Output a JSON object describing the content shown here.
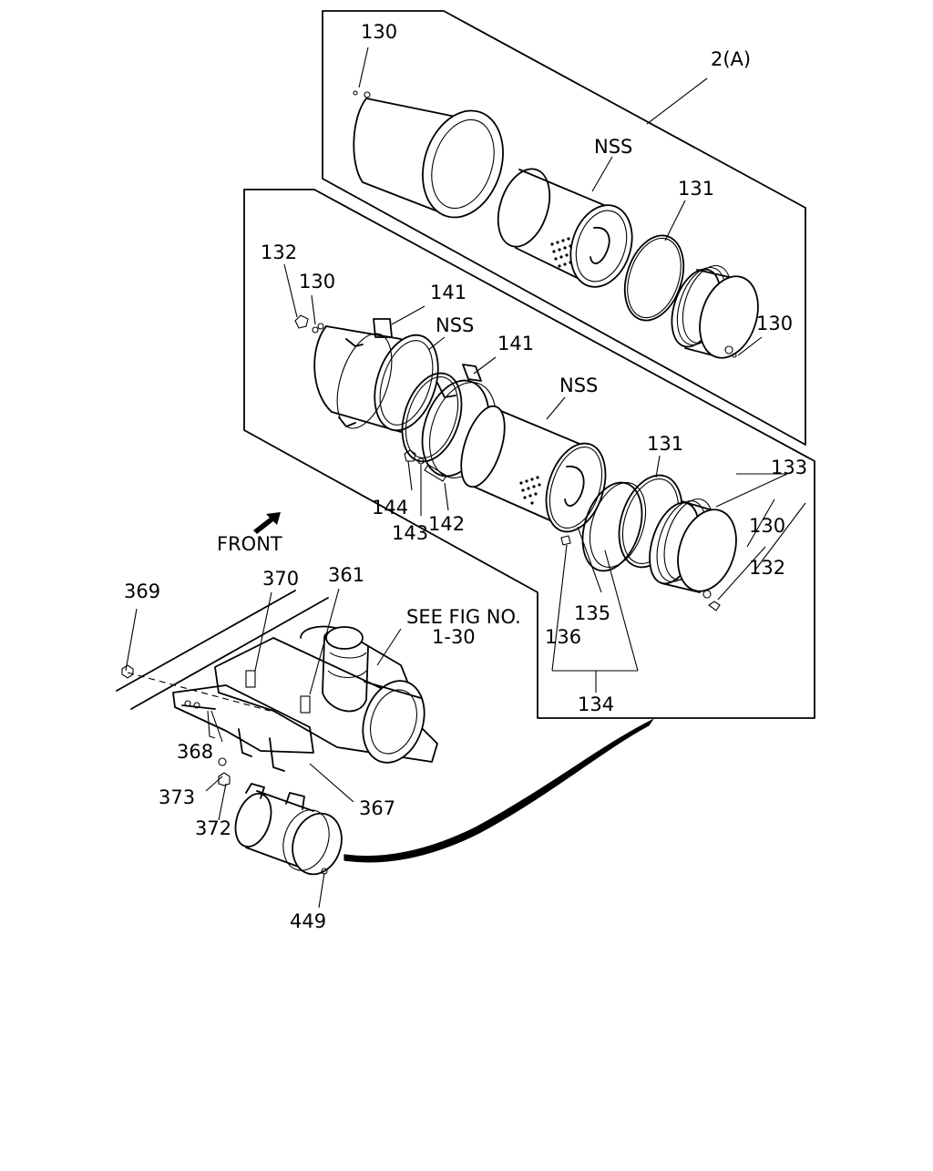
{
  "labels": {
    "l130a": "130",
    "l2a": "2(A)",
    "lnssTop": "NSS",
    "l131a": "131",
    "l132a": "132",
    "l130b": "130",
    "l141a": "141",
    "lnssMid": "NSS",
    "l141b": "141",
    "l130c": "130",
    "lnssLow": "NSS",
    "l131b": "131",
    "l133": "133",
    "l130d": "130",
    "l132b": "132",
    "l144": "144",
    "l143": "143",
    "l142": "142",
    "lfront": "FRONT",
    "l370": "370",
    "l361": "361",
    "l369": "369",
    "lseeFig1": "SEE FIG NO.",
    "lseeFig2": "1-30",
    "l135": "135",
    "l136": "136",
    "l134": "134",
    "l368": "368",
    "l373": "373",
    "l372": "372",
    "l367": "367",
    "l449": "449"
  }
}
